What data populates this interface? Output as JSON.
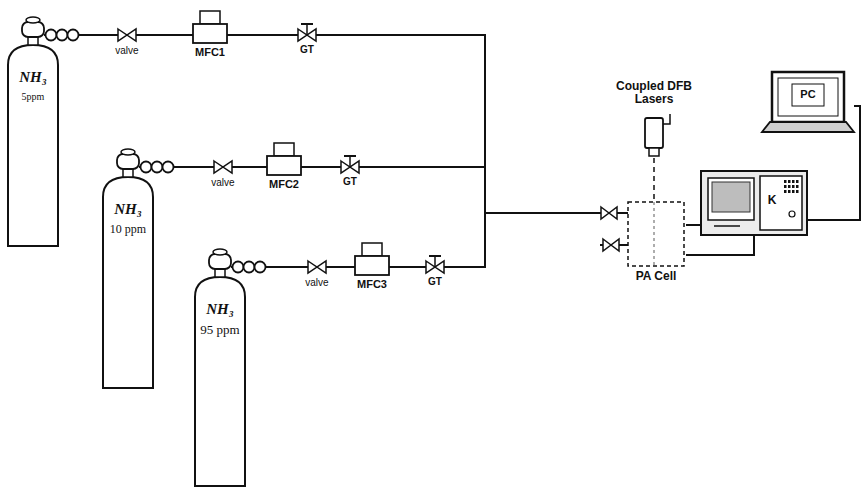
{
  "diagram": {
    "nodes": [
      {
        "text": [
          "NH₃",
          "5ppm"
        ]
      },
      {
        "text": [
          "valve"
        ]
      },
      {
        "text": [
          "MFC1"
        ]
      },
      {
        "text": [
          "GT"
        ]
      },
      {
        "text": [
          "NH₃",
          "10 ppm"
        ]
      },
      {
        "text": [
          "valve"
        ]
      },
      {
        "text": [
          "MFC2"
        ]
      },
      {
        "text": [
          "GT"
        ]
      },
      {
        "text": [
          "NH₃",
          "95 ppm"
        ]
      },
      {
        "text": [
          "valve"
        ]
      },
      {
        "text": [
          "MFC3"
        ]
      },
      {
        "text": [
          "GT"
        ]
      },
      {
        "text": [
          "Coupled DFB Lasers"
        ]
      },
      {
        "text": [
          "PA Cell"
        ]
      },
      {
        "text": [
          "K"
        ]
      },
      {
        "text": [
          "PC"
        ]
      }
    ],
    "edges": [
      {
        "from": 0,
        "to": 1,
        "arrow": "none"
      },
      {
        "from": 1,
        "to": 2,
        "arrow": "none"
      },
      {
        "from": 2,
        "to": 3,
        "arrow": "none"
      },
      {
        "from": 3,
        "to": 13,
        "arrow": "none"
      },
      {
        "from": 4,
        "to": 5,
        "arrow": "none"
      },
      {
        "from": 5,
        "to": 6,
        "arrow": "none"
      },
      {
        "from": 6,
        "to": 7,
        "arrow": "none"
      },
      {
        "from": 7,
        "to": 13,
        "arrow": "none"
      },
      {
        "from": 8,
        "to": 9,
        "arrow": "none"
      },
      {
        "from": 9,
        "to": 10,
        "arrow": "none"
      },
      {
        "from": 10,
        "to": 11,
        "arrow": "none"
      },
      {
        "from": 11,
        "to": 13,
        "arrow": "none"
      },
      {
        "from": 12,
        "to": 13,
        "arrow": "none"
      },
      {
        "from": 13,
        "to": 14,
        "arrow": "none"
      },
      {
        "from": 13,
        "to": 14,
        "arrow": "none"
      },
      {
        "from": 14,
        "to": 15,
        "arrow": "none"
      }
    ]
  }
}
